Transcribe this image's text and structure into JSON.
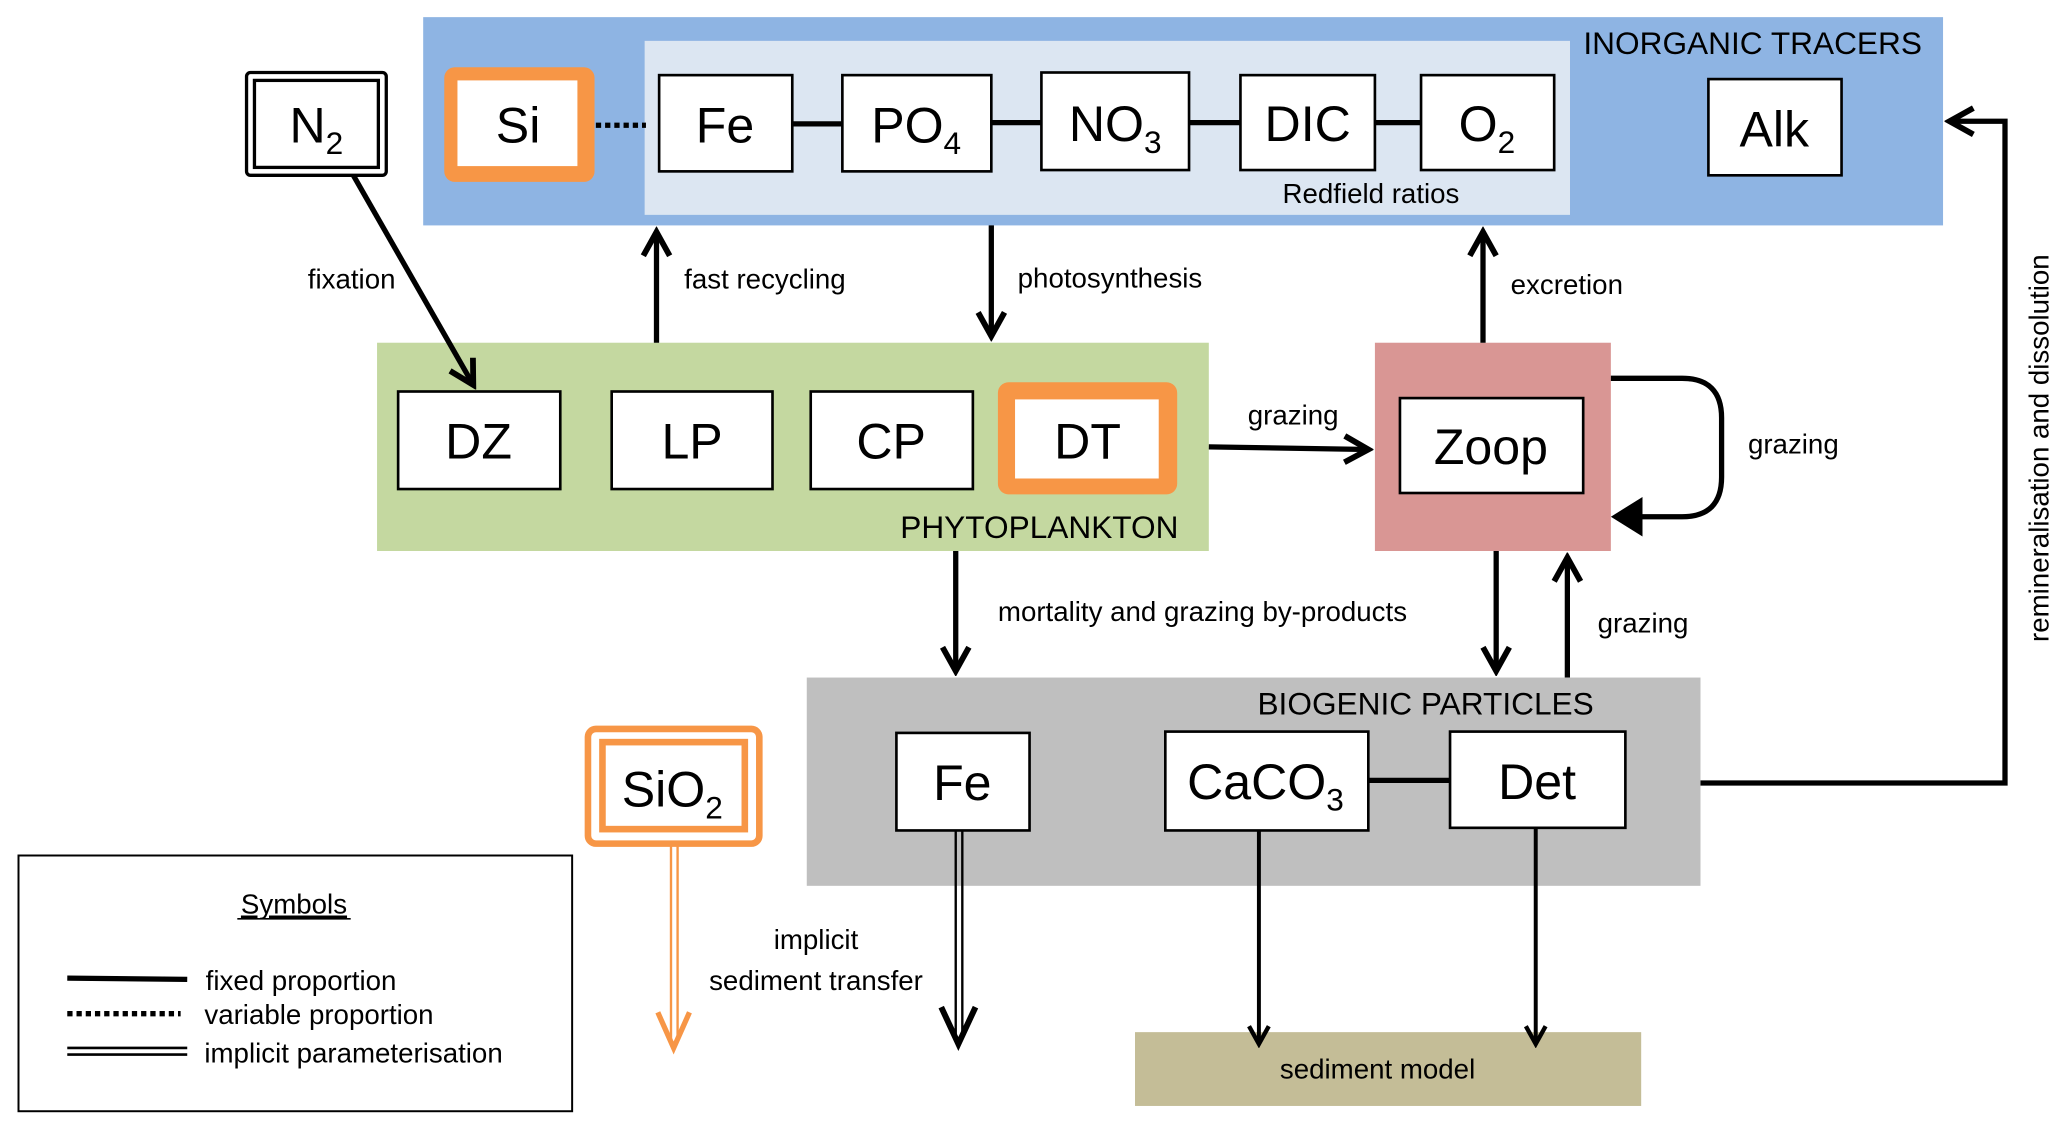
{
  "colors": {
    "inorganic": "#8eb4e3",
    "redfield": "#dce6f2",
    "phytoplankton": "#c4d8a0",
    "zooplankton": "#d99694",
    "biogenic": "#bfbfbf",
    "sediment": "#c4bd97",
    "highlight": "#f79646"
  },
  "groups": {
    "inorganic_tracers": "INORGANIC TRACERS",
    "redfield": "Redfield ratios",
    "phytoplankton": "PHYTOPLANKTON",
    "biogenic_particles": "BIOGENIC PARTICLES",
    "sediment_model": "sediment model"
  },
  "nodes": {
    "n2": {
      "base": "N",
      "sub": "2"
    },
    "si": {
      "base": "Si",
      "sub": ""
    },
    "fe_tracer": {
      "base": "Fe",
      "sub": ""
    },
    "po4": {
      "base": "PO",
      "sub": "4"
    },
    "no3": {
      "base": "NO",
      "sub": "3"
    },
    "dic": {
      "base": "DIC",
      "sub": ""
    },
    "o2": {
      "base": "O",
      "sub": "2"
    },
    "alk": {
      "base": "Alk",
      "sub": ""
    },
    "dz": {
      "base": "DZ",
      "sub": ""
    },
    "lp": {
      "base": "LP",
      "sub": ""
    },
    "cp": {
      "base": "CP",
      "sub": ""
    },
    "dt": {
      "base": "DT",
      "sub": ""
    },
    "zoop": {
      "base": "Zoop",
      "sub": ""
    },
    "fe_particle": {
      "base": "Fe",
      "sub": ""
    },
    "caco3": {
      "base": "CaCO",
      "sub": "3"
    },
    "det": {
      "base": "Det",
      "sub": ""
    },
    "sio2": {
      "base": "SiO",
      "sub": "2"
    }
  },
  "flows": {
    "fixation": "fixation",
    "fast_recycling": "fast recycling",
    "photosynthesis": "photosynthesis",
    "excretion": "excretion",
    "grazing_phyto": "grazing",
    "grazing_self": "grazing",
    "grazing_particles": "grazing",
    "mortality": "mortality and grazing by-products",
    "implicit_line1": "implicit",
    "implicit_line2": "sediment transfer",
    "remineralisation": "remineralisation and dissolution"
  },
  "legend": {
    "title": "Symbols",
    "items": [
      {
        "style": "solid",
        "label": "fixed proportion"
      },
      {
        "style": "dotted",
        "label": "variable proportion"
      },
      {
        "style": "double",
        "label": "implicit parameterisation"
      }
    ]
  }
}
